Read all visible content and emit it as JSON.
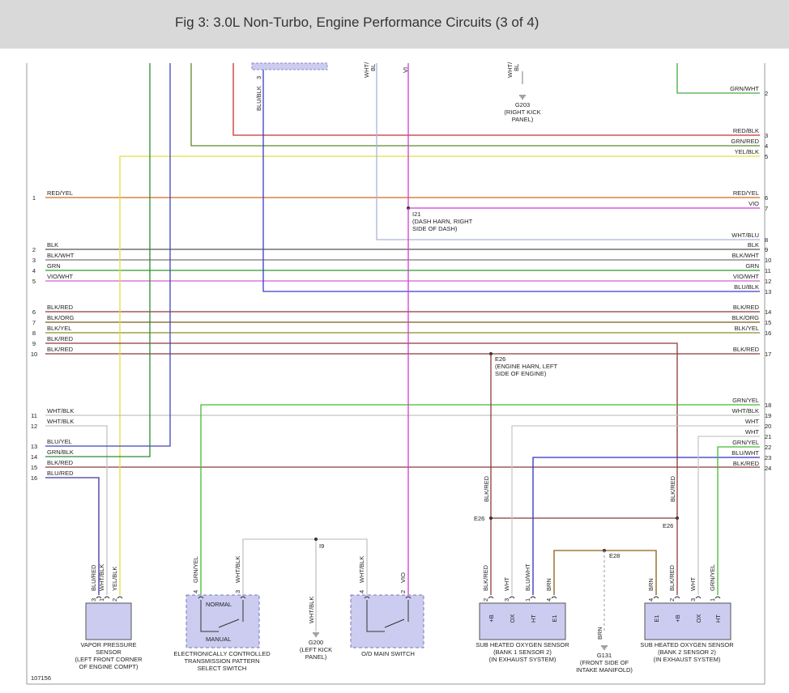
{
  "header": {
    "title": "Fig 3: 3.0L Non-Turbo, Engine Performance Circuits (3 of 4)"
  },
  "figure_id": "107156",
  "colors": {
    "red_yel": "#d2691e",
    "vio": "#d23bd2",
    "wht_blu": "#aab4dc",
    "blk": "#555555",
    "blk_wht": "#777777",
    "grn": "#2e9a2e",
    "vio_wht": "#d060d0",
    "blu_blk": "#3a3ad0",
    "blk_red": "#8b3a3a",
    "blk_org": "#7a5a1a",
    "blk_yel": "#8a8a2a",
    "grn_yel": "#44bb33",
    "wht_blk": "#c4c4c4",
    "wht": "#c8c8c8",
    "blu_yel": "#4444bb",
    "grn_blk": "#2e8a2e",
    "blu_red": "#4030a0",
    "red_blk": "#c83030",
    "grn_red": "#5a8a2a",
    "yel_blk": "#e0e040",
    "grn_wht": "#44aa44",
    "blu_wht": "#3030c0",
    "brn": "#8a6010"
  },
  "left_wires": [
    {
      "num": "1",
      "label": "RED/YEL"
    },
    {
      "num": "2",
      "label": "BLK"
    },
    {
      "num": "3",
      "label": "BLK/WHT"
    },
    {
      "num": "4",
      "label": "GRN"
    },
    {
      "num": "5",
      "label": "VIO/WHT"
    },
    {
      "num": "6",
      "label": "BLK/RED"
    },
    {
      "num": "7",
      "label": "BLK/ORG"
    },
    {
      "num": "8",
      "label": "BLK/YEL"
    },
    {
      "num": "9",
      "label": "BLK/RED"
    },
    {
      "num": "10",
      "label": "BLK/RED"
    },
    {
      "num": "11",
      "label": "WHT/BLK"
    },
    {
      "num": "12",
      "label": "WHT/BLK"
    },
    {
      "num": "13",
      "label": "BLU/YEL"
    },
    {
      "num": "14",
      "label": "GRN/BLK"
    },
    {
      "num": "15",
      "label": "BLK/RED"
    },
    {
      "num": "16",
      "label": "BLU/RED"
    }
  ],
  "right_wires": [
    {
      "num": "2",
      "label": "GRN/WHT"
    },
    {
      "num": "3",
      "label": "RED/BLK"
    },
    {
      "num": "4",
      "label": "GRN/RED"
    },
    {
      "num": "5",
      "label": "YEL/BLK"
    },
    {
      "num": "6",
      "label": "RED/YEL"
    },
    {
      "num": "7",
      "label": "VIO"
    },
    {
      "num": "8",
      "label": "WHT/BLU"
    },
    {
      "num": "9",
      "label": "BLK"
    },
    {
      "num": "10",
      "label": "BLK/WHT"
    },
    {
      "num": "11",
      "label": "GRN"
    },
    {
      "num": "12",
      "label": "VIO/WHT"
    },
    {
      "num": "13",
      "label": "BLU/BLK"
    },
    {
      "num": "14",
      "label": "BLK/RED"
    },
    {
      "num": "15",
      "label": "BLK/ORG"
    },
    {
      "num": "16",
      "label": "BLK/YEL"
    },
    {
      "num": "17",
      "label": "BLK/RED"
    },
    {
      "num": "18",
      "label": "GRN/YEL"
    },
    {
      "num": "19",
      "label": "WHT/BLK"
    },
    {
      "num": "20",
      "label": "WHT"
    },
    {
      "num": "21",
      "label": "WHT"
    },
    {
      "num": "22",
      "label": "GRN/YEL"
    },
    {
      "num": "23",
      "label": "BLU/WHT"
    },
    {
      "num": "24",
      "label": "BLK/RED"
    }
  ],
  "top_labels": {
    "blu_blk": "BLU/BLK",
    "blu_blk_pin": "3",
    "wht_bl": "WHT/\nBL",
    "vi": "VI",
    "wht_bl2": "WHT/\nBL"
  },
  "grounds": {
    "g203": {
      "id": "G203",
      "desc1": "(RIGHT KICK",
      "desc2": "PANEL)"
    },
    "g200": {
      "id": "G200",
      "desc1": "(LEFT KICK",
      "desc2": "PANEL)",
      "wire": "WHT/BLK"
    },
    "g131": {
      "id": "G131",
      "desc1": "(FRONT SIDE OF",
      "desc2": "INTAKE MANIFOLD)",
      "wire": "BRN"
    }
  },
  "splices": {
    "i21": {
      "id": "I21",
      "desc1": "(DASH HARN, RIGHT",
      "desc2": "SIDE OF DASH)"
    },
    "e26_top": {
      "id": "E26",
      "desc1": "(ENGINE HARN, LEFT",
      "desc2": "SIDE OF ENGINE)"
    },
    "e26_left": {
      "id": "E26"
    },
    "e26_right": {
      "id": "E26"
    },
    "i9": {
      "id": "I9"
    },
    "e28": {
      "id": "E28"
    }
  },
  "components": {
    "vapor": {
      "name1": "VAPOR PRESSURE",
      "name2": "SENSOR",
      "name3": "(LEFT FRONT CORNER",
      "name4": "OF ENGINE COMPT)",
      "pins": [
        {
          "num": "3",
          "wire": "BLU/RED"
        },
        {
          "num": "1",
          "wire": "WHT/BLK"
        },
        {
          "num": "2",
          "wire": "YEL/BLK"
        }
      ]
    },
    "trans": {
      "name1": "ELECTRONICALLY CONTROLLED",
      "name2": "TRANSMISSION PATTERN",
      "name3": "SELECT SWITCH",
      "normal": "NORMAL",
      "manual": "MANUAL",
      "pins": [
        {
          "num": "4",
          "wire": "GRN/YEL"
        },
        {
          "num": "3",
          "wire": "WHT/BLK"
        }
      ]
    },
    "od": {
      "name1": "O/D MAIN SWITCH",
      "pins": [
        {
          "num": "4",
          "wire": "WHT/BLK"
        },
        {
          "num": "2",
          "wire": "VIO"
        }
      ]
    },
    "o2_b1": {
      "name1": "SUB HEATED OXYGEN SENSOR",
      "name2": "(BANK 1 SENSOR 2)",
      "name3": "(IN EXHAUST SYSTEM)",
      "pins": [
        {
          "num": "2",
          "wire": "BLK/RED",
          "term": "+B"
        },
        {
          "num": "3",
          "wire": "WHT",
          "term": "OX"
        },
        {
          "num": "1",
          "wire": "BLU/WHT",
          "term": "HT"
        },
        {
          "num": "4",
          "wire": "BRN",
          "term": "E1"
        }
      ]
    },
    "o2_b2": {
      "name1": "SUB HEATED OXYGEN SENSOR",
      "name2": "(BANK 2 SENSOR 2)",
      "name3": "(IN EXHAUST SYSTEM)",
      "pins": [
        {
          "num": "4",
          "wire": "BRN",
          "term": "E1"
        },
        {
          "num": "2",
          "wire": "BLK/RED",
          "term": "+B"
        },
        {
          "num": "3",
          "wire": "WHT",
          "term": "OX"
        },
        {
          "num": "1",
          "wire": "GRN/YEL",
          "term": "HT"
        }
      ]
    }
  },
  "vertical_wire_labels": {
    "blk_red_left": "BLK/RED",
    "blk_red_right": "BLK/RED"
  }
}
